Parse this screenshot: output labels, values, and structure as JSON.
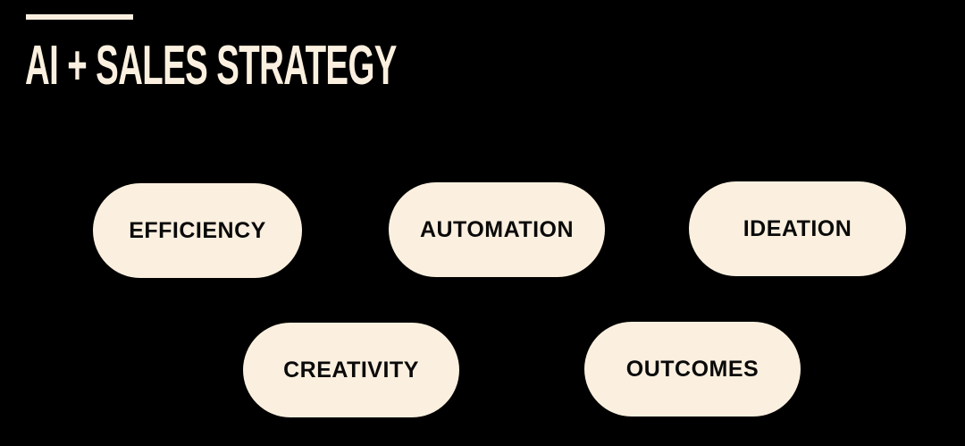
{
  "slide": {
    "title": "AI + SALES STRATEGY",
    "colors": {
      "background": "#000000",
      "accent": "#fbf0df",
      "pill_text": "#0a0a0a"
    }
  },
  "pills": [
    "EFFICIENCY",
    "AUTOMATION",
    "IDEATION",
    "CREATIVITY",
    "OUTCOMES"
  ]
}
